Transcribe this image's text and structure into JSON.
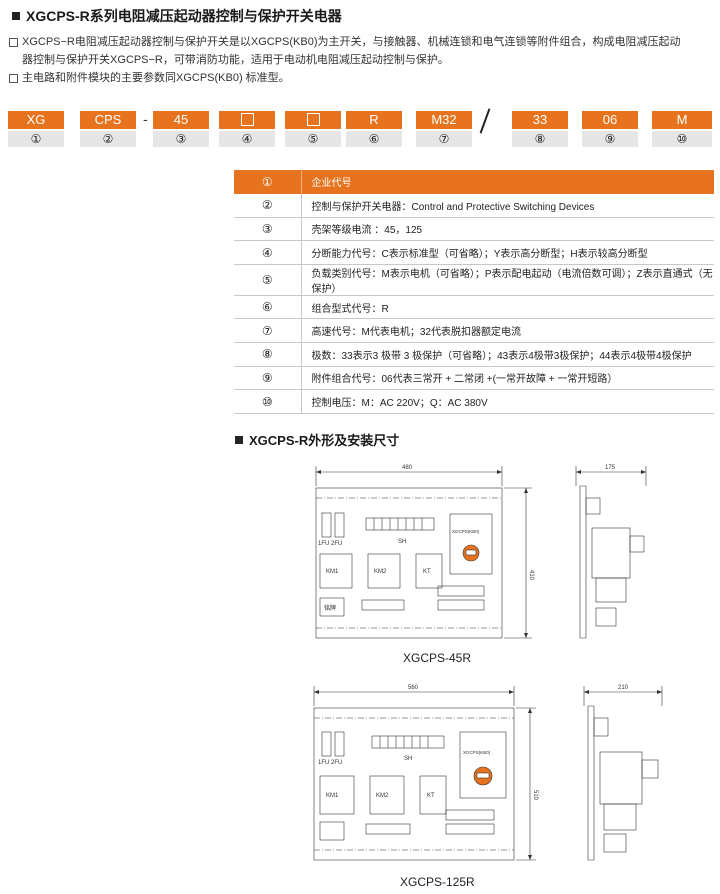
{
  "title": "XGCPS-R系列电阻减压起动器控制与保护开关电器",
  "intro": {
    "line1": "XGCPS−R电阻减压起动器控制与保护开关是以XGCPS(KB0)为主开关，与接触器、机械连锁和电气连锁等附件组合，构成电阻减压起动",
    "line1b": "器控制与保护开关XGCPS−R，可带消防功能，适用于电动机电阻减压起动控制与保护。",
    "line2": "主电路和附件模块的主要参数同XGCPS(KB0) 标准型。"
  },
  "model_code": {
    "parts": [
      "XG",
      "CPS",
      "45",
      "",
      "",
      "R",
      "M32",
      "33",
      "06",
      "M"
    ],
    "dash": "-",
    "numbers": [
      "①",
      "②",
      "③",
      "④",
      "⑤",
      "⑥",
      "⑦",
      "⑧",
      "⑨",
      "⑩"
    ]
  },
  "spec_table": [
    {
      "n": "①",
      "text": "企业代号"
    },
    {
      "n": "②",
      "text": "控制与保护开关电器：Control and Protective Switching Devices"
    },
    {
      "n": "③",
      "text": "壳架等级电流 ：45，125"
    },
    {
      "n": "④",
      "text": "分断能力代号：C表示标准型（可省略）；Y表示高分断型；H表示较高分断型"
    },
    {
      "n": "⑤",
      "text": "负载类别代号：M表示电机（可省略）；P表示配电起动（电流倍数可调）；Z表示直通式（无保护）"
    },
    {
      "n": "⑥",
      "text": "组合型式代号：R"
    },
    {
      "n": "⑦",
      "text": "高速代号：M代表电机；32代表脱扣器额定电流"
    },
    {
      "n": "⑧",
      "text": "极数：33表示3 极带 3 极保护（可省略）；43表示4极带3极保护；44表示4极带4极保护"
    },
    {
      "n": "⑨",
      "text": "附件组合代号：06代表三常开 + 二常闭 +(一常开故障 + 一常开短路）"
    },
    {
      "n": "⑩",
      "text": "控制电压：M：AC 220V；Q：AC 380V"
    }
  ],
  "section2": "XGCPS-R外形及安装尺寸",
  "drawings": [
    {
      "caption": "XGCPS-45R",
      "front_width": "480",
      "front_height": "410",
      "side_width": "175",
      "labels": {
        "fuse": "1FU  2FU",
        "sh": "SH",
        "km1": "KM1",
        "km2": "KM2",
        "kt": "KT",
        "plate": "铭牌",
        "sw": "XGCPS(KB0)"
      }
    },
    {
      "caption": "XGCPS-125R",
      "front_width": "560",
      "front_height": "510",
      "side_width": "210",
      "labels": {
        "fuse": "1FU  2FU",
        "sh": "SH",
        "km1": "KM1",
        "km2": "KM2",
        "kt": "KT",
        "sw": "XGCPS(KB0)"
      }
    }
  ],
  "colors": {
    "accent": "#e8731e",
    "number_bg": "#e6e6e6"
  }
}
